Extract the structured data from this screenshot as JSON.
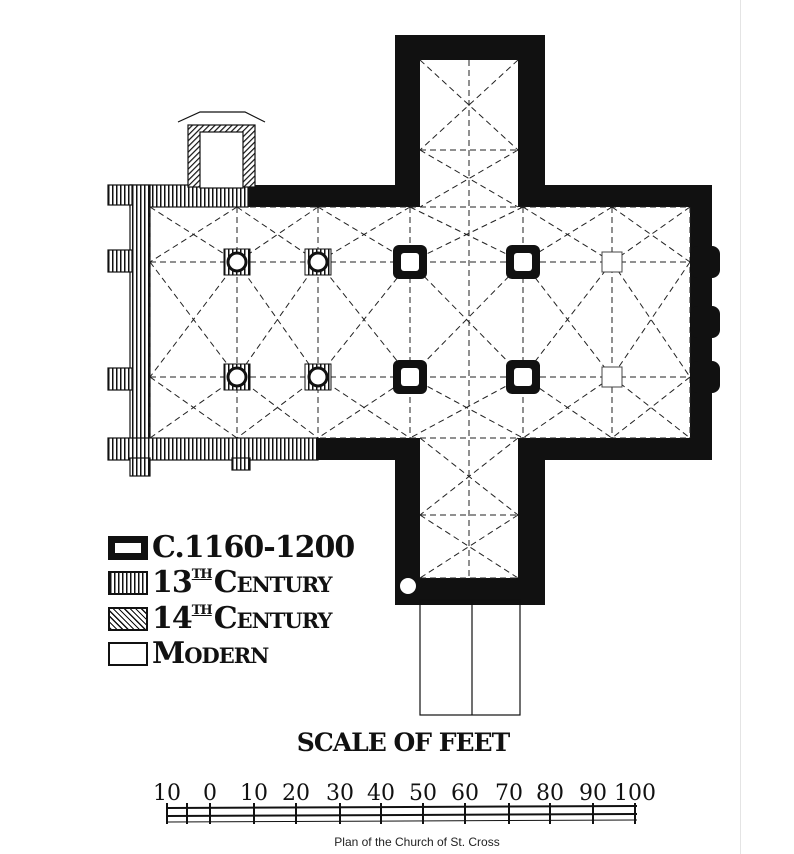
{
  "legend": [
    {
      "key": "norman",
      "label": "C.1160-1200"
    },
    {
      "key": "c13",
      "number": "13",
      "suffix": "TH",
      "word": "Century"
    },
    {
      "key": "c14",
      "number": "14",
      "suffix": "TH",
      "word": "Century"
    },
    {
      "key": "modern",
      "label": "Modern"
    }
  ],
  "scale": {
    "title": "SCALE OF FEET",
    "labels": [
      "10",
      "0",
      "10",
      "20",
      "30",
      "40",
      "50",
      "60",
      "70",
      "80",
      "90",
      "100"
    ]
  },
  "caption": "Plan of the Church of St. Cross"
}
